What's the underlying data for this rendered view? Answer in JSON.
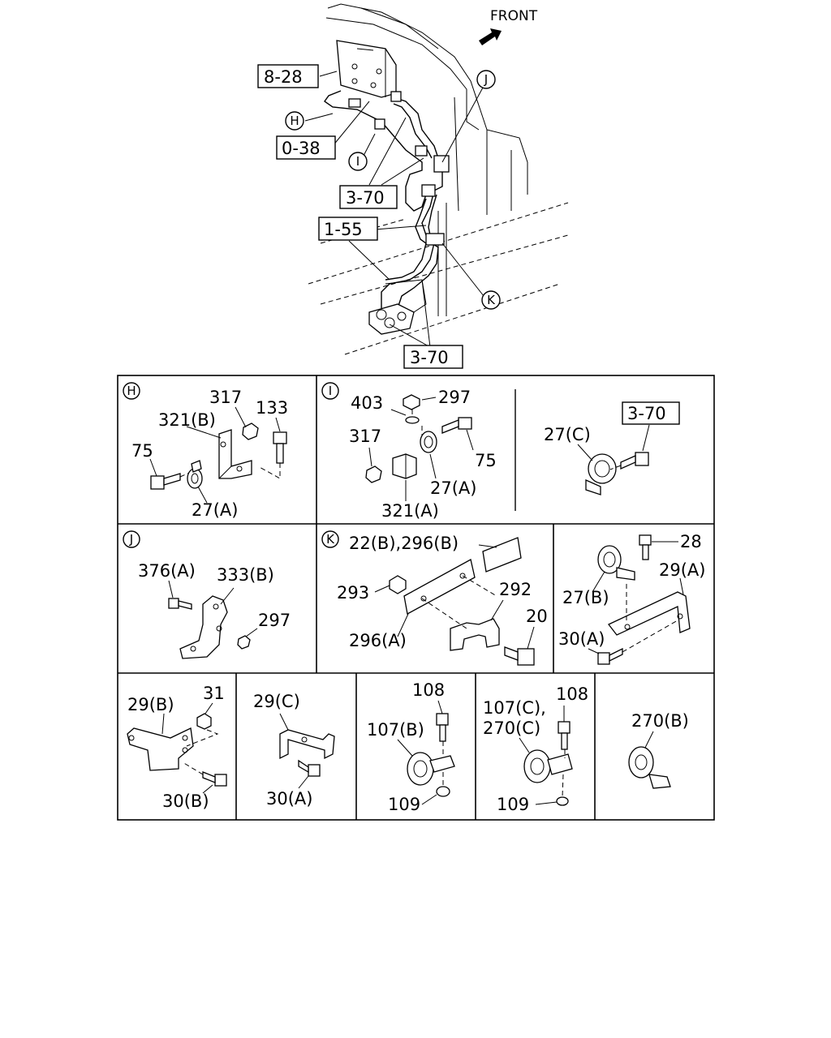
{
  "header": {
    "front_label": "FRONT"
  },
  "overview_refs": {
    "ref_8_28": "8-28",
    "ref_0_38": "0-38",
    "ref_3_70_top": "3-70",
    "ref_1_55": "1-55",
    "ref_3_70_bottom": "3-70"
  },
  "callouts": {
    "H": "H",
    "I": "I",
    "J": "J",
    "K": "K"
  },
  "panel_H": {
    "letter": "H",
    "labels": [
      "317",
      "133",
      "321(B)",
      "75",
      "27(A)"
    ]
  },
  "panel_I": {
    "letter": "I",
    "labels": [
      "403",
      "297",
      "317",
      "75",
      "27(A)",
      "321(A)"
    ]
  },
  "panel_3_70": {
    "ref": "3-70",
    "labels": [
      "27(C)"
    ]
  },
  "panel_J": {
    "letter": "J",
    "labels": [
      "376(A)",
      "333(B)",
      "297"
    ]
  },
  "panel_K": {
    "letter": "K",
    "labels": [
      "22(B),296(B)",
      "293",
      "292",
      "20",
      "296(A)"
    ]
  },
  "panel_28": {
    "labels": [
      "28",
      "29(A)",
      "27(B)",
      "30(A)"
    ]
  },
  "panel_29B": {
    "labels": [
      "29(B)",
      "31",
      "30(B)"
    ]
  },
  "panel_29C": {
    "labels": [
      "29(C)",
      "30(A)"
    ]
  },
  "panel_107B": {
    "labels": [
      "108",
      "107(B)",
      "109"
    ]
  },
  "panel_107C": {
    "labels": [
      "107(C),",
      "108",
      "270(C)",
      "109"
    ]
  },
  "panel_270B": {
    "labels": [
      "270(B)"
    ]
  }
}
